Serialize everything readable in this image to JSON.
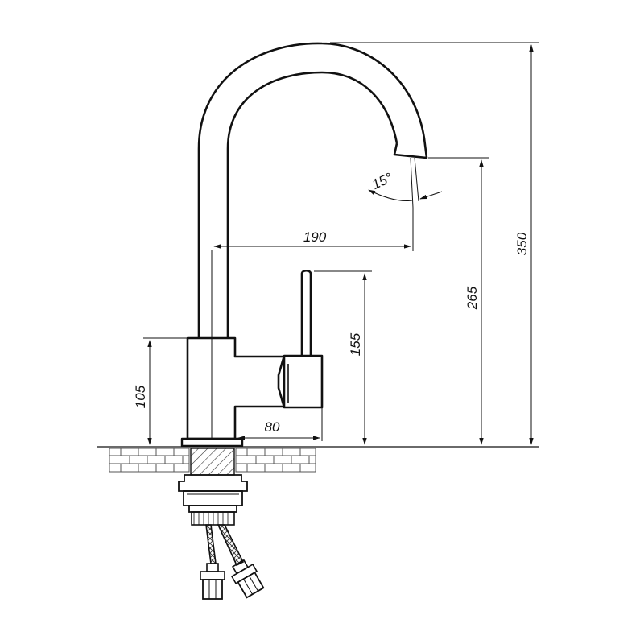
{
  "dimensions": {
    "total_height": "350",
    "spout_height": "265",
    "lever_height": "155",
    "body_height": "105",
    "spout_reach": "190",
    "lever_reach": "80",
    "angle": "15°"
  },
  "colors": {
    "line": "#111111",
    "background": "#ffffff",
    "brick": "#555555"
  }
}
